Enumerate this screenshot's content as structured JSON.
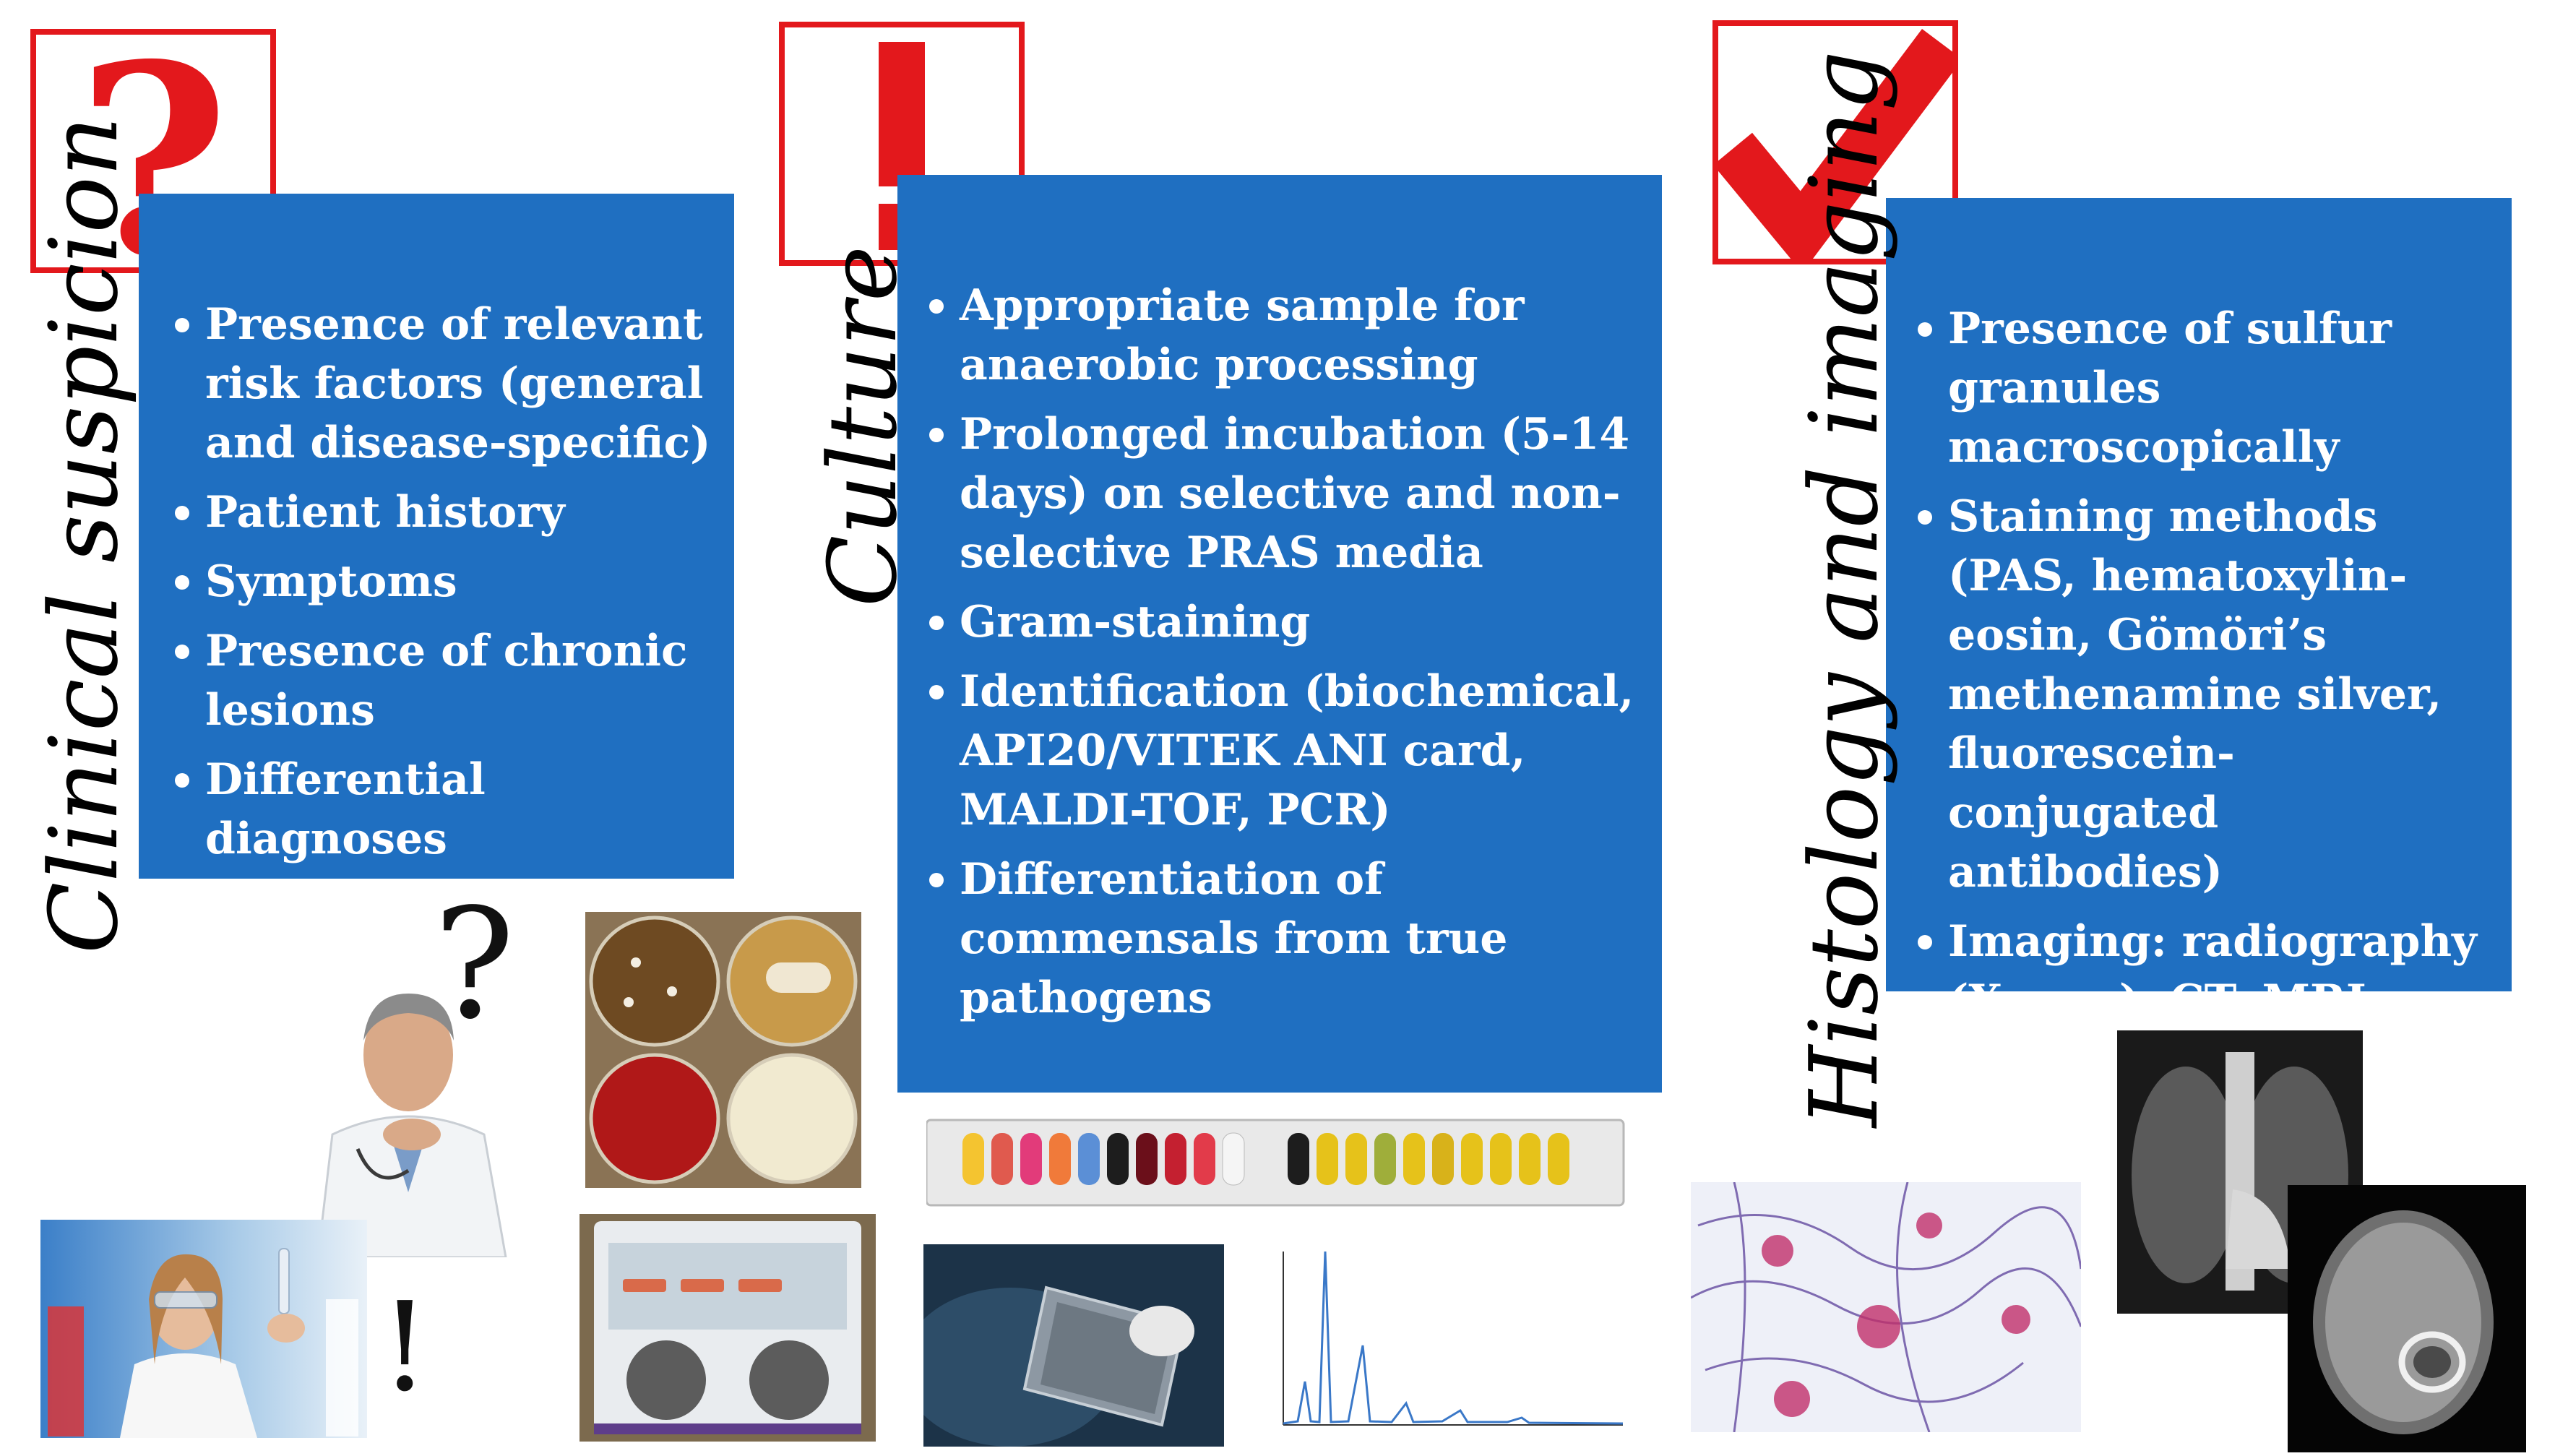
{
  "panels": [
    {
      "title": "Clinical suspicion",
      "symbol": "question-mark",
      "items": [
        "Presence of relevant risk factors (general and disease-specific)",
        "Patient history",
        "Symptoms",
        "Presence of chronic lesions",
        "Differential diagnoses"
      ]
    },
    {
      "title": "Culture",
      "symbol": "exclamation-mark",
      "items": [
        "Appropriate sample for anaerobic processing",
        "Prolonged incubation (5-14 days) on selective and non-selective PRAS media",
        "Gram-staining",
        "Identification (biochemical, API20/VITEK ANI card, MALDI-TOF, PCR)",
        "Differentiation of commensals from true pathogens"
      ]
    },
    {
      "title": "Histology and imaging",
      "symbol": "check-mark",
      "items": [
        "Presence of sulfur granules macroscopically",
        "Staining methods (PAS, hematoxylin-eosin, Gömöri’s methenamine silver, fluorescein-conjugated antibodies)",
        "Imaging: radiography (X-rays), CT, MRI"
      ]
    }
  ],
  "decor": {
    "doctor_question": "?",
    "lab_exclamation": "!"
  },
  "colors": {
    "panel_blue": "#1f6fc1",
    "symbol_red": "#e3181c"
  }
}
